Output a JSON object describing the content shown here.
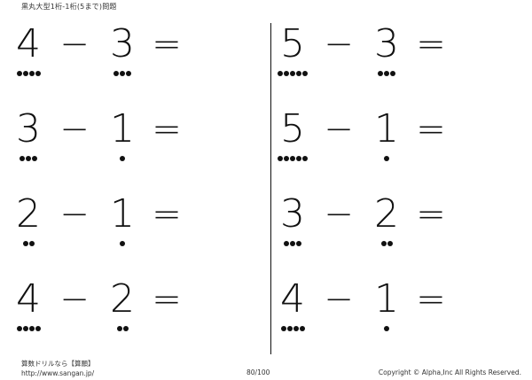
{
  "header": {
    "title": "黒丸大型1桁-1桁(5まで)問題"
  },
  "operators": {
    "minus": "−",
    "equals": "="
  },
  "columns": [
    {
      "problems": [
        {
          "a": "4",
          "a_dots": 4,
          "b": "3",
          "b_dots": 3
        },
        {
          "a": "3",
          "a_dots": 3,
          "b": "1",
          "b_dots": 1
        },
        {
          "a": "2",
          "a_dots": 2,
          "b": "1",
          "b_dots": 1
        },
        {
          "a": "4",
          "a_dots": 4,
          "b": "2",
          "b_dots": 2
        }
      ]
    },
    {
      "problems": [
        {
          "a": "5",
          "a_dots": 5,
          "b": "3",
          "b_dots": 3
        },
        {
          "a": "5",
          "a_dots": 5,
          "b": "1",
          "b_dots": 1
        },
        {
          "a": "3",
          "a_dots": 3,
          "b": "2",
          "b_dots": 2
        },
        {
          "a": "4",
          "a_dots": 4,
          "b": "1",
          "b_dots": 1
        }
      ]
    }
  ],
  "footer": {
    "site_name": "算数ドリルなら【算願】",
    "url": "http://www.sangan.jp/",
    "page": "80/100",
    "copyright": "Copyright © Alpha,Inc All Rights Reserved."
  }
}
